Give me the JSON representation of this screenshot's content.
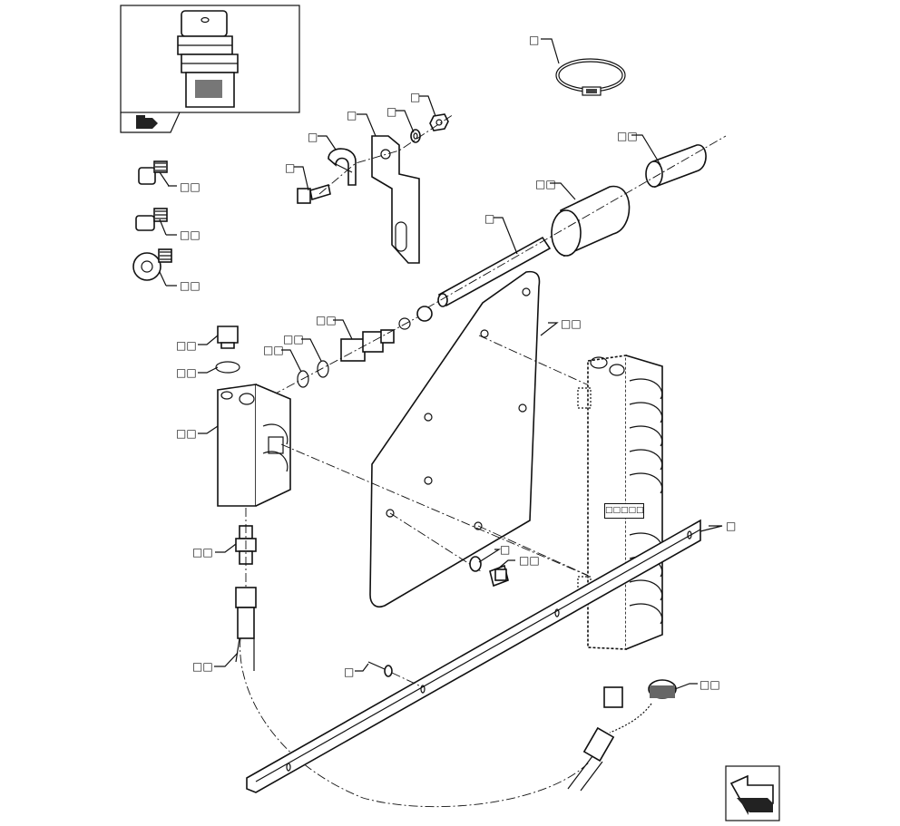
{
  "decal_label": "□□□□□",
  "callouts": [
    {
      "id": "clamp-top",
      "text": "□"
    },
    {
      "id": "bracket",
      "text": "□"
    },
    {
      "id": "washer-top",
      "text": "□"
    },
    {
      "id": "nut-top",
      "text": "□"
    },
    {
      "id": "p-clip",
      "text": "□"
    },
    {
      "id": "bolt-top",
      "text": "□"
    },
    {
      "id": "sleeve-small",
      "text": "□□"
    },
    {
      "id": "sleeve-large",
      "text": "□□"
    },
    {
      "id": "tube",
      "text": "□"
    },
    {
      "id": "union-1",
      "text": "□□"
    },
    {
      "id": "union-2",
      "text": "□□"
    },
    {
      "id": "banjo",
      "text": "□□"
    },
    {
      "id": "plate",
      "text": "□□"
    },
    {
      "id": "plug",
      "text": "□□"
    },
    {
      "id": "seal-1",
      "text": "□□"
    },
    {
      "id": "adapter",
      "text": "□□"
    },
    {
      "id": "seal-2",
      "text": "□□"
    },
    {
      "id": "seal-3",
      "text": "□□"
    },
    {
      "id": "block",
      "text": "□□"
    },
    {
      "id": "rail",
      "text": "□"
    },
    {
      "id": "washer-mid",
      "text": "□"
    },
    {
      "id": "bolt-mid",
      "text": "□□"
    },
    {
      "id": "nipple",
      "text": "□□"
    },
    {
      "id": "hose",
      "text": "□□"
    },
    {
      "id": "rivet",
      "text": "□"
    },
    {
      "id": "cap",
      "text": "□□"
    }
  ]
}
